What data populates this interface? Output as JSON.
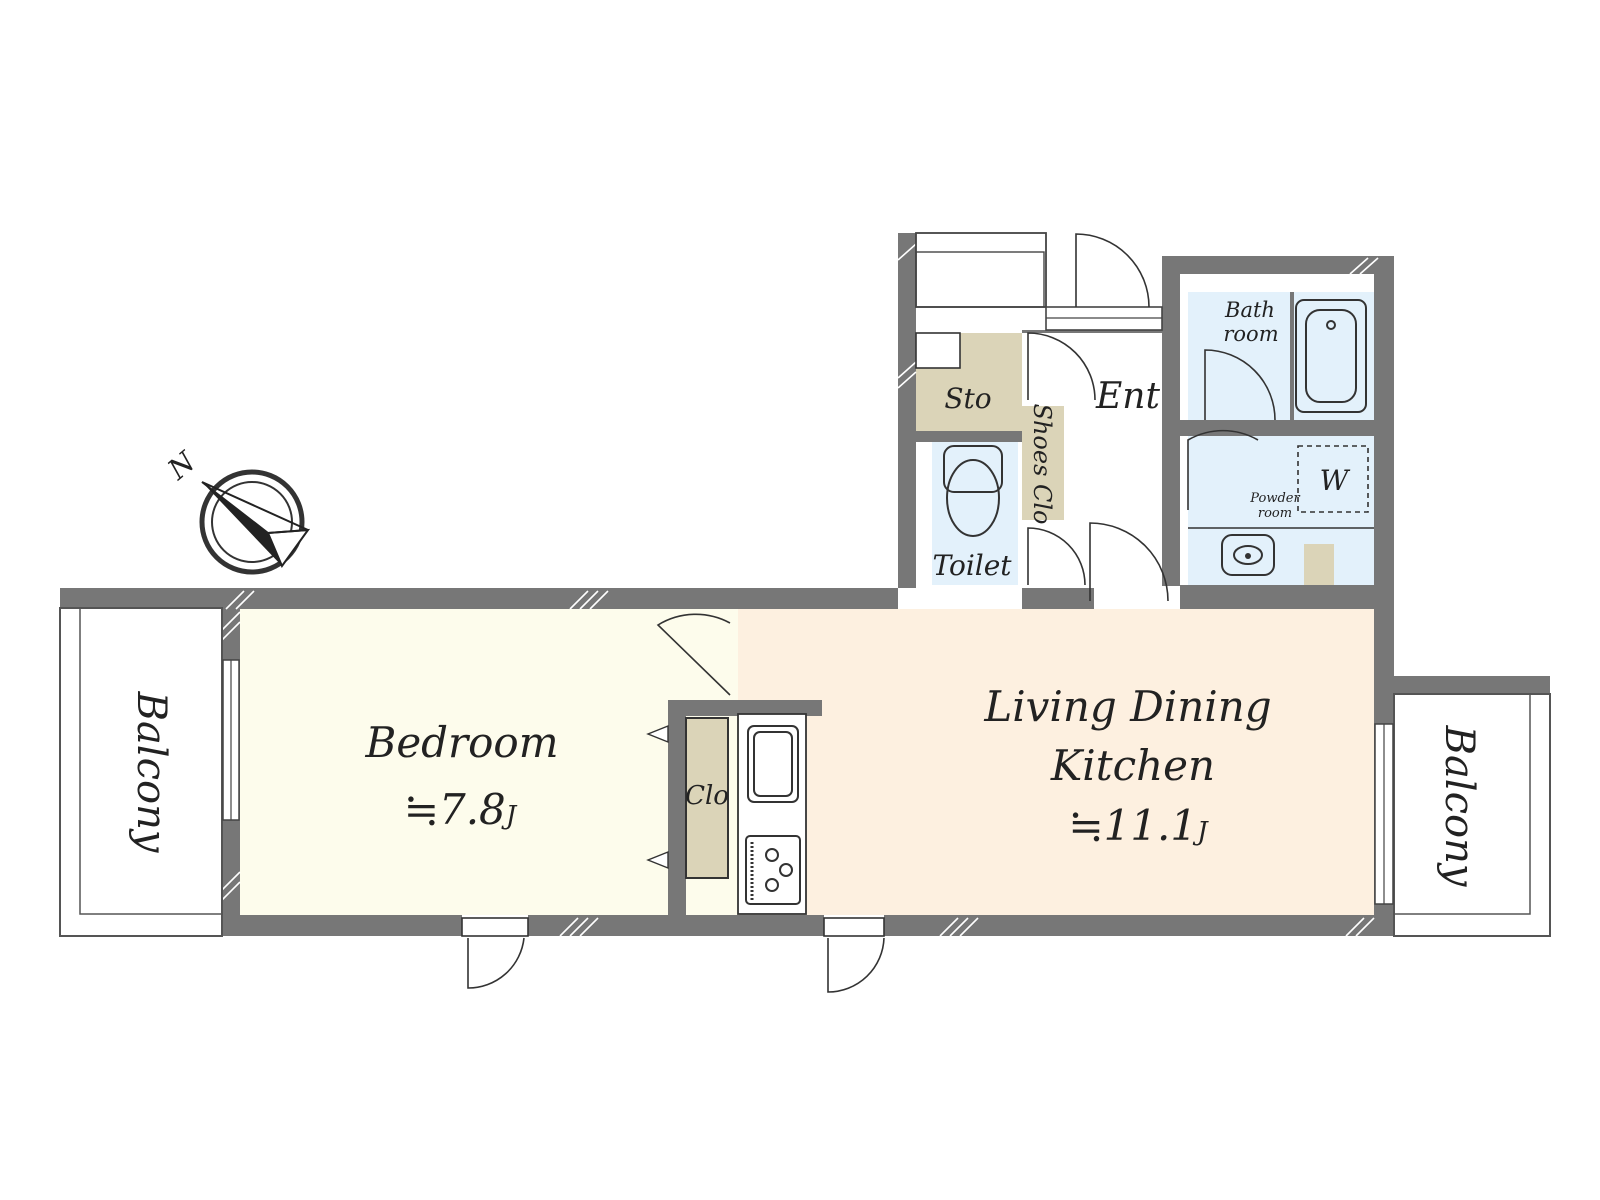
{
  "colors": {
    "wall": "#777777",
    "bedroom": "#fdfcec",
    "living": "#fdf0e0",
    "wet": "#e3f1fb",
    "storage": "#dbd4b8",
    "ink": "#222222"
  },
  "compass": {
    "label": "N",
    "icon": "compass-icon"
  },
  "rooms": {
    "bedroom": {
      "name": "Bedroom",
      "area": "≒7.8",
      "unit": "J"
    },
    "ldk": {
      "name_line1": "Living Dining",
      "name_line2": "Kitchen",
      "area": "≒11.1",
      "unit": "J"
    },
    "balcony_left": "Balcony",
    "balcony_right": "Balcony",
    "clo": "Clo",
    "sto": "Sto",
    "ent": "Ent",
    "shoes_clo": "Shoes Clo",
    "toilet": "Toilet",
    "bath_line1": "Bath",
    "bath_line2": "room",
    "powder_line1": "Powder",
    "powder_line2": "room",
    "washer": "W"
  }
}
